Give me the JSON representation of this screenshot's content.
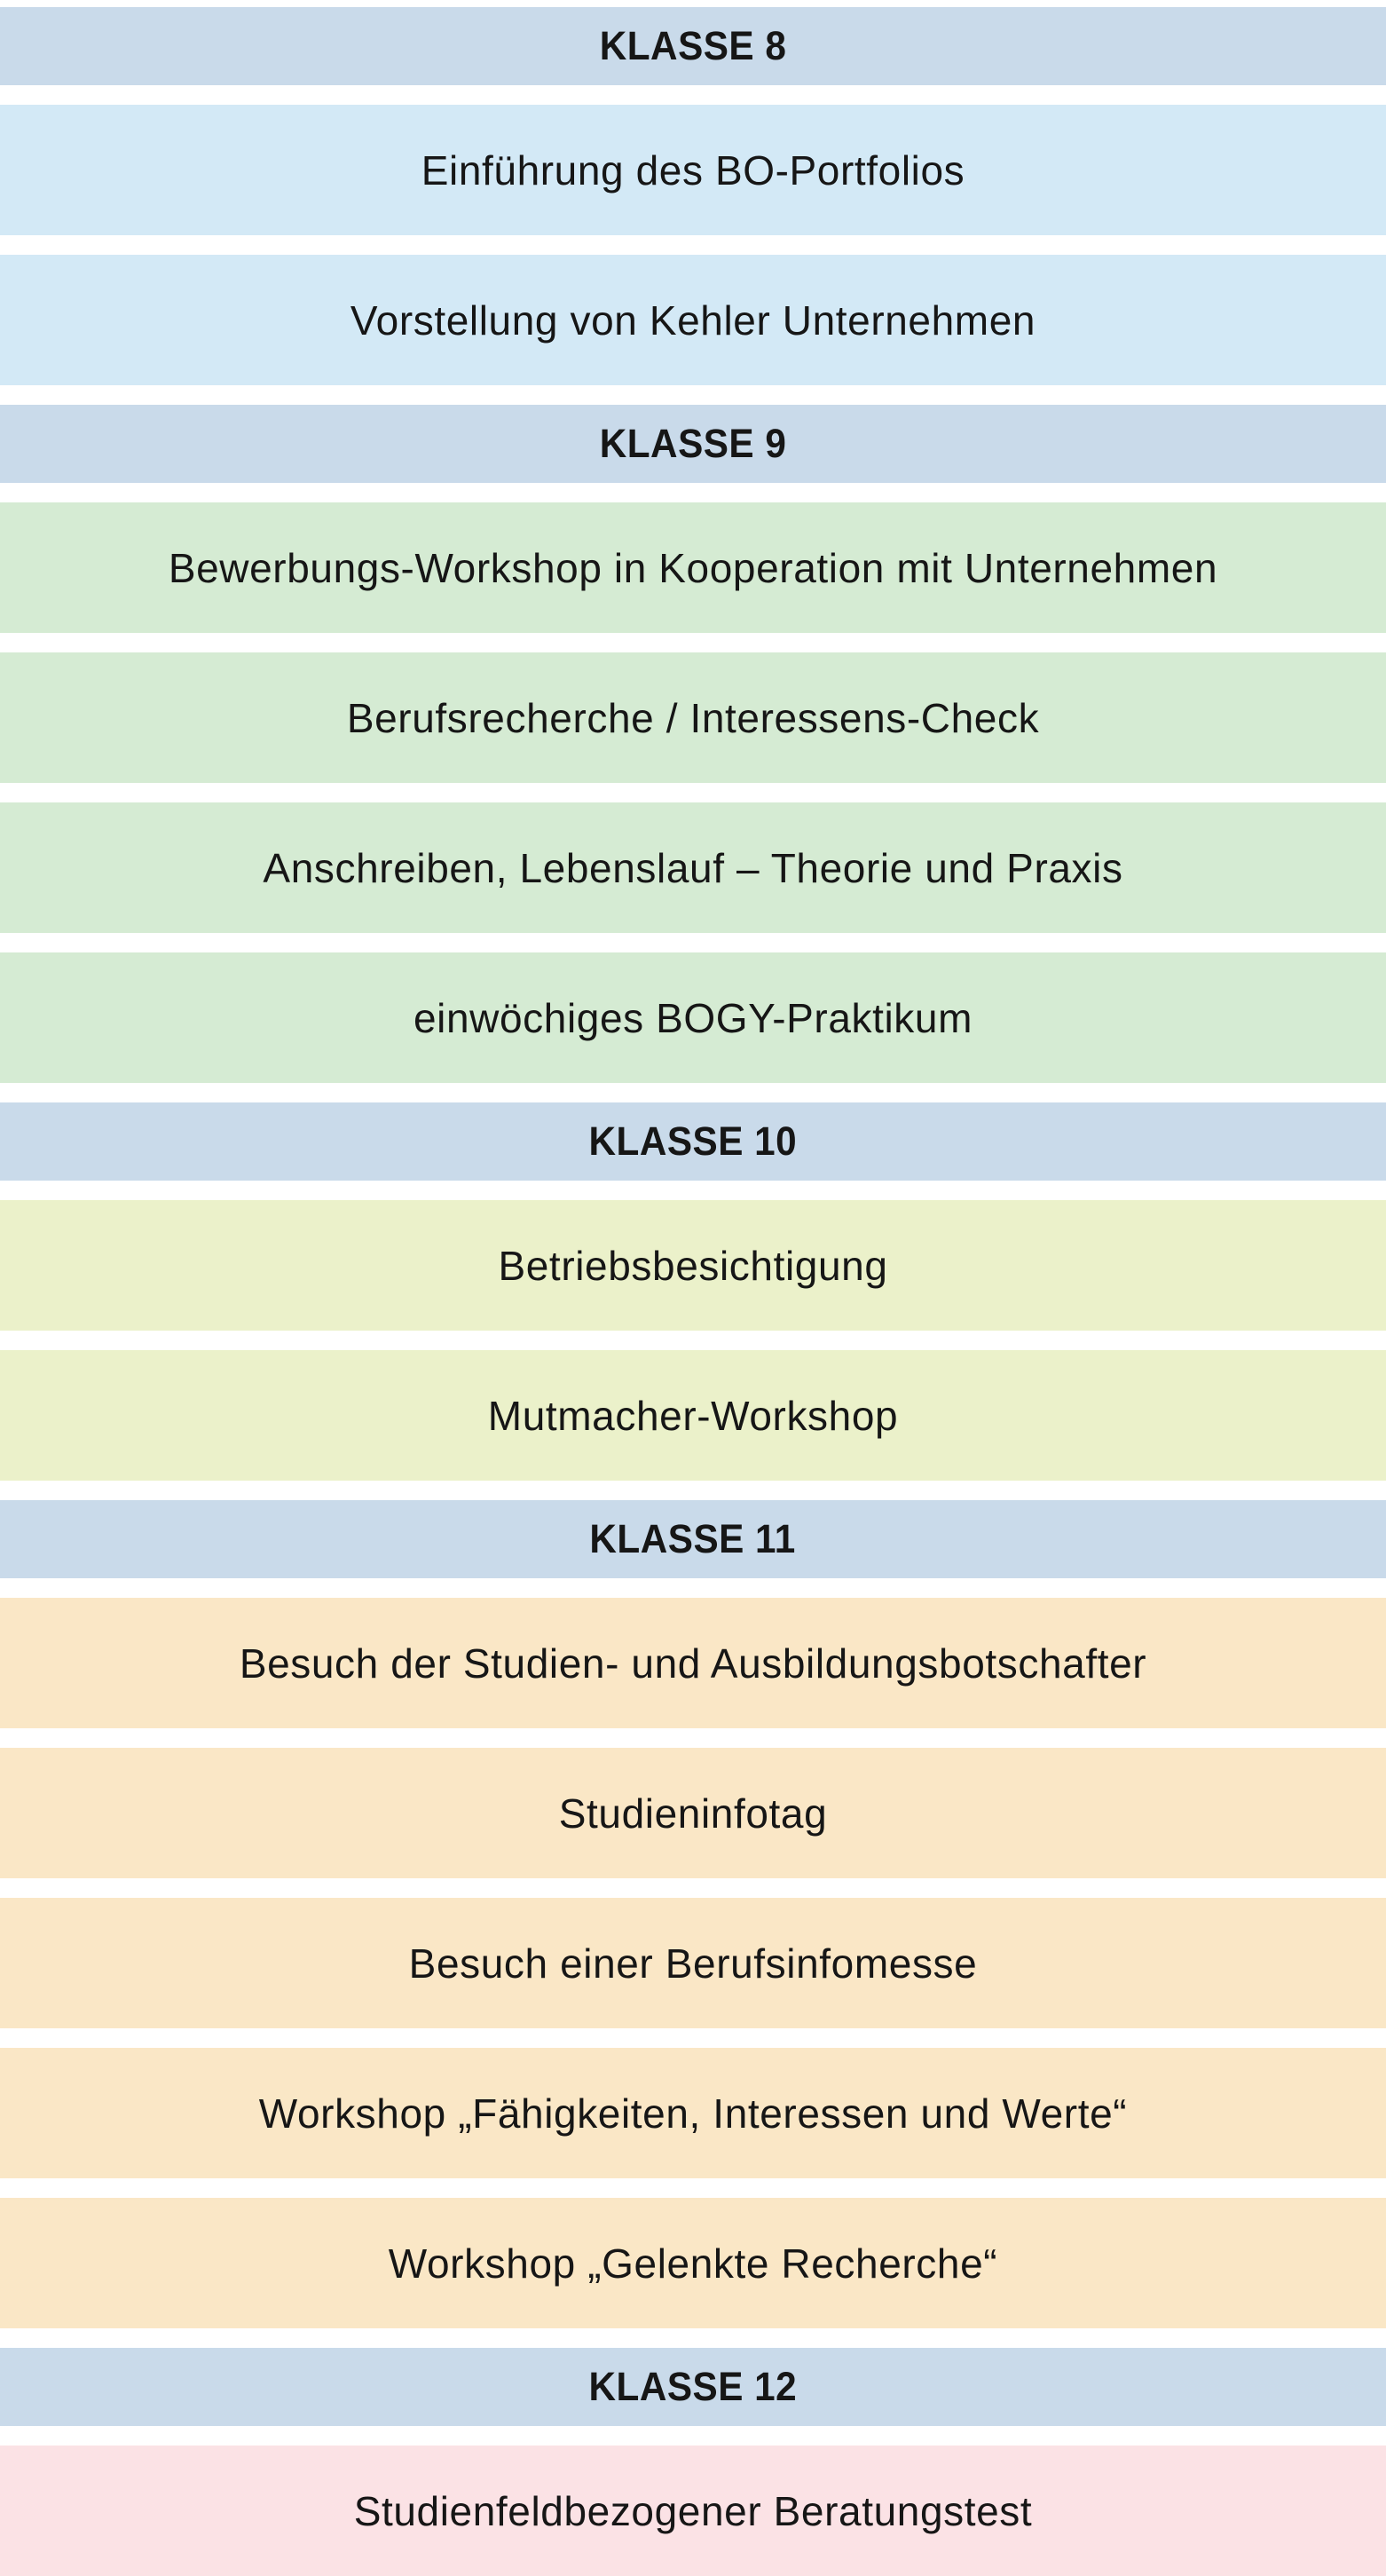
{
  "page": {
    "background": "#ffffff",
    "text_color": "#161616",
    "gap_color": "#ffffff"
  },
  "colors": {
    "klasse_header_band": "#c9daea",
    "klasse8_band": "#d3e9f6",
    "klasse9_band": "#d5ebd3",
    "klasse10_band": "#ebf1ca",
    "klasse11_band": "#fae7c6",
    "klasse12_band": "#fbe2e5"
  },
  "timeline": {
    "rows": [
      {
        "type": "header",
        "label": "KLASSE 8",
        "color": "#c9daea"
      },
      {
        "type": "item",
        "label": "Einführung des BO-Portfolios",
        "color": "#d3e9f6"
      },
      {
        "type": "item",
        "label": "Vorstellung von Kehler Unternehmen",
        "color": "#d3e9f6"
      },
      {
        "type": "header",
        "label": "KLASSE 9",
        "color": "#c9daea"
      },
      {
        "type": "item",
        "label": "Bewerbungs-Workshop in Kooperation mit Unternehmen",
        "color": "#d5ebd3"
      },
      {
        "type": "item",
        "label": "Berufsrecherche / Interessens-Check",
        "color": "#d5ebd3"
      },
      {
        "type": "item",
        "label": "Anschreiben, Lebenslauf – Theorie und Praxis",
        "color": "#d5ebd3"
      },
      {
        "type": "item",
        "label": "einwöchiges BOGY-Praktikum",
        "color": "#d5ebd3"
      },
      {
        "type": "header",
        "label": "KLASSE 10",
        "color": "#c9daea"
      },
      {
        "type": "item",
        "label": "Betriebsbesichtigung",
        "color": "#ebf1ca"
      },
      {
        "type": "item",
        "label": "Mutmacher-Workshop",
        "color": "#ebf1ca"
      },
      {
        "type": "header",
        "label": "KLASSE 11",
        "color": "#c9daea"
      },
      {
        "type": "item",
        "label": "Besuch der Studien- und Ausbildungsbotschafter",
        "color": "#fae7c6"
      },
      {
        "type": "item",
        "label": "Studieninfotag",
        "color": "#fae7c6"
      },
      {
        "type": "item",
        "label": "Besuch einer Berufsinfomesse",
        "color": "#fae7c6"
      },
      {
        "type": "item",
        "label": "Workshop „Fähigkeiten, Interessen und Werte“",
        "color": "#fae7c6"
      },
      {
        "type": "item",
        "label": "Workshop „Gelenkte Recherche“",
        "color": "#fae7c6"
      },
      {
        "type": "header",
        "label": "KLASSE 12",
        "color": "#c9daea"
      },
      {
        "type": "item",
        "label": "Studienfeldbezogener Beratungstest",
        "color": "#fbe2e5"
      }
    ]
  }
}
